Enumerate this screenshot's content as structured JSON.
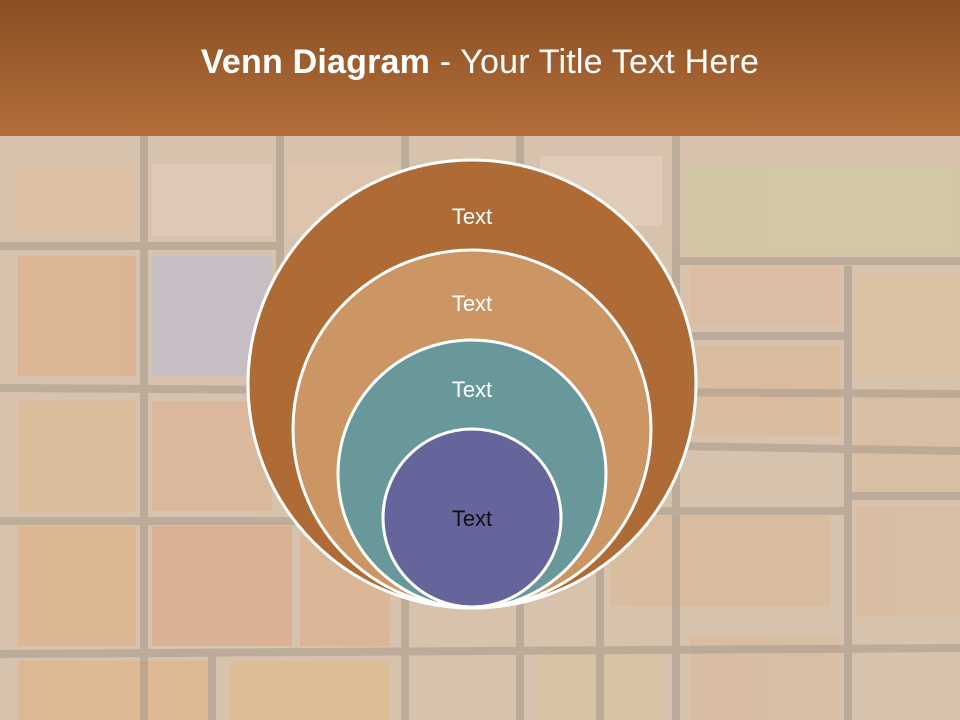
{
  "title": {
    "bold": "Venn Diagram",
    "rest": " - Your Title Text Here"
  },
  "colors": {
    "title_bar": "#a5622f",
    "circle_outer": "#ae6b36",
    "circle_second": "#cb9664",
    "circle_third": "#689899",
    "circle_inner": "#66659b",
    "circle_stroke": "#ffffff"
  },
  "venn": {
    "circles": [
      {
        "label": "Text",
        "color": "#ae6b36",
        "text_color": "#ffffff"
      },
      {
        "label": "Text",
        "color": "#cb9664",
        "text_color": "#ffffff"
      },
      {
        "label": "Text",
        "color": "#689899",
        "text_color": "#ffffff"
      },
      {
        "label": "Text",
        "color": "#66659b",
        "text_color": "#111111"
      }
    ]
  }
}
